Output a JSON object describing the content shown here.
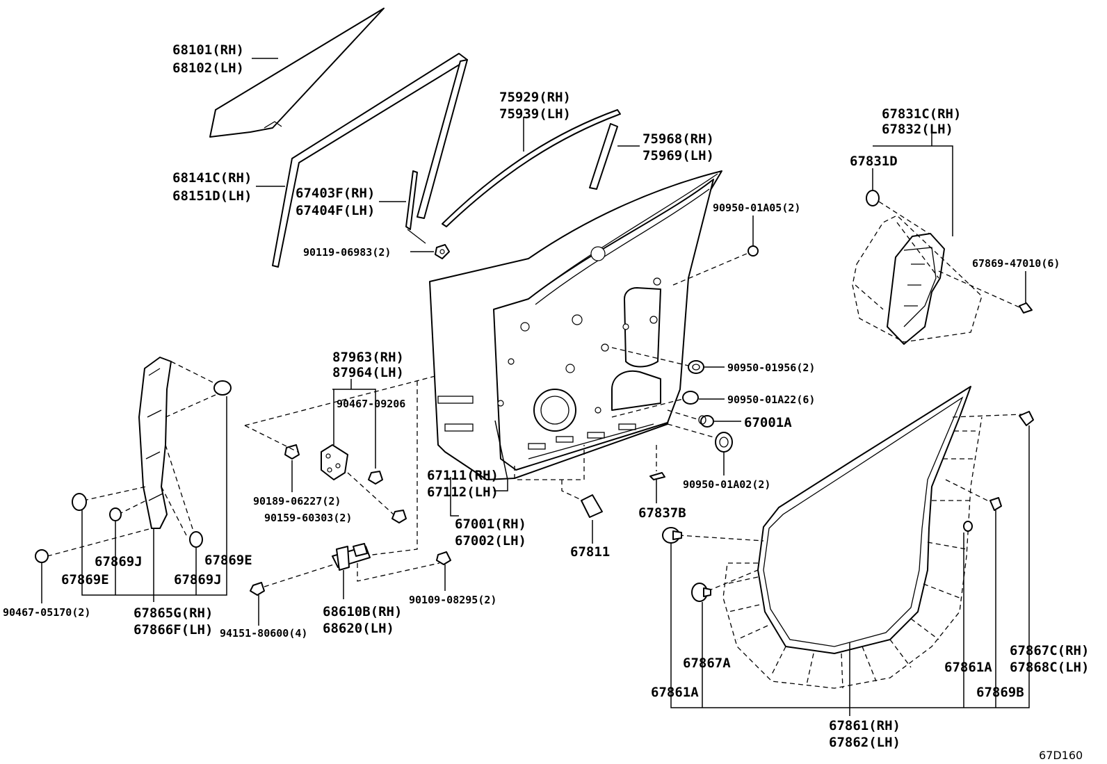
{
  "diagram_code": "67D160",
  "labels": {
    "glass": [
      "68101(RH)",
      "68102(LH)"
    ],
    "channel_front": [
      "68141C(RH)",
      "68151D(LH)"
    ],
    "channel_center": [
      "67403F(RH)",
      "67404F(LH)"
    ],
    "bolt_90119": "90119-06983(2)",
    "weatherstrip_upper": [
      "75929(RH)",
      "75939(LH)"
    ],
    "weatherstrip_rear": [
      "75968(RH)",
      "75969(LH)"
    ],
    "plug_01a05": "90950-01A05(2)",
    "service_hole_cover": [
      "67831C(RH)",
      "67832(LH)"
    ],
    "cover_67831d": "67831D",
    "clip_47010": "67869-47010(6)",
    "plug_01956": "90950-01956(2)",
    "plug_01a22": "90950-01A22(6)",
    "plug_67001a": "67001A",
    "plug_01a02": "90950-01A02(2)",
    "hinge": [
      "87963(RH)",
      "87964(LH)"
    ],
    "nut_09206": "90467-09206",
    "screw_06227": "90189-06227(2)",
    "screw_60303": "90159-60303(2)",
    "outer_panel": [
      "67111(RH)",
      "67112(LH)"
    ],
    "door_panel": [
      "67001(RH)",
      "67002(LH)"
    ],
    "pad_67811": "67811",
    "clip_67837b": "67837B",
    "clip_67869j_a": "67869J",
    "clip_67869e_a": "67869E",
    "clip_67869j_b": "67869J",
    "clip_67869e_b": "67869E",
    "clip_05170": "90467-05170(2)",
    "weatherstrip_front": [
      "67865G(RH)",
      "67866F(LH)"
    ],
    "nut_80600": "94151-80600(4)",
    "check": [
      "68610B(RH)",
      "68620(LH)"
    ],
    "bolt_08295": "90109-08295(2)",
    "clip_67867a": "67867A",
    "clip_67861a_a": "67861A",
    "clip_67861a_b": "67861A",
    "clip_67869b": "67869B",
    "clip_67867c": [
      "67867C(RH)",
      "67868C(LH)"
    ],
    "door_weatherstrip": [
      "67861(RH)",
      "67862(LH)"
    ]
  }
}
